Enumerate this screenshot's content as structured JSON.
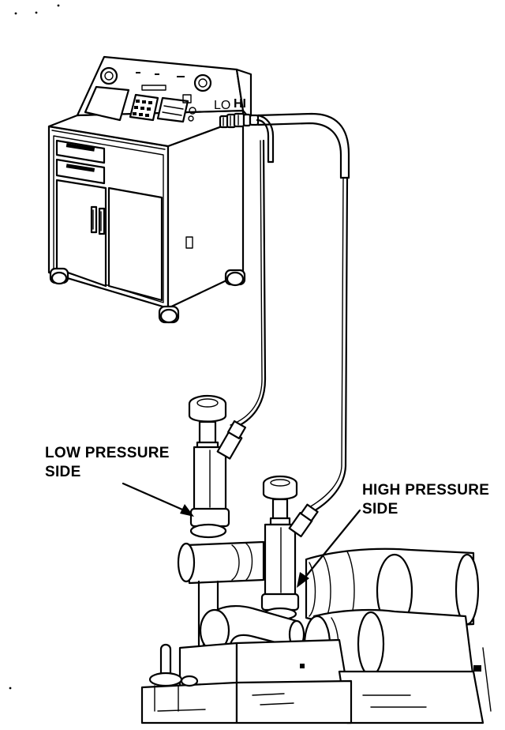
{
  "labels": {
    "low_side_line1": "LOW PRESSURE",
    "low_side_line2": "SIDE",
    "high_side_line1": "HIGH PRESSURE",
    "high_side_line2": "SIDE",
    "lo_port": "LO",
    "hi_port": "HI"
  },
  "colors": {
    "ink": "#000000",
    "paper": "#ffffff"
  }
}
